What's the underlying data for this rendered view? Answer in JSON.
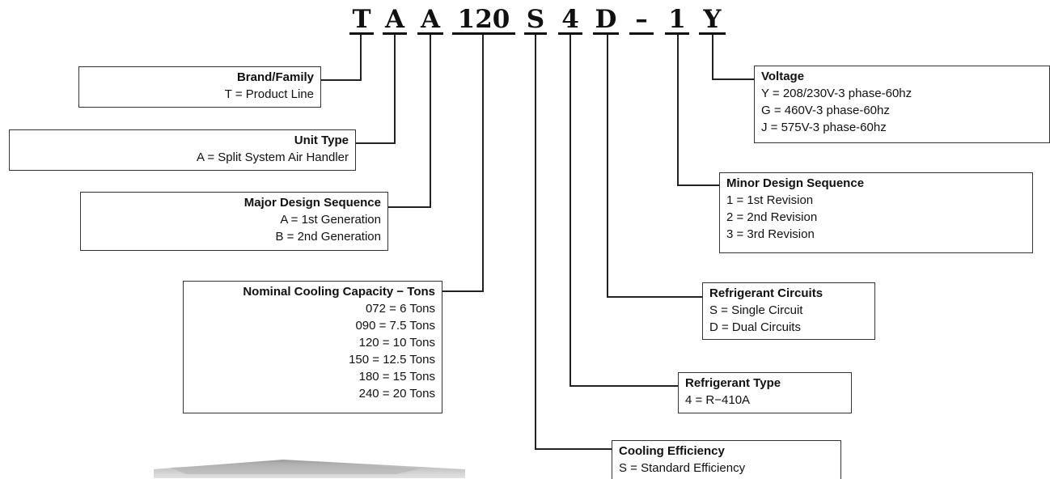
{
  "model_code": {
    "characters": [
      "T",
      "A",
      "A",
      "120",
      "S",
      "4",
      "D",
      "–",
      "1",
      "Y"
    ]
  },
  "boxes": {
    "brand": {
      "title": "Brand/Family",
      "lines": [
        "T = Product Line"
      ]
    },
    "unit_type": {
      "title": "Unit Type",
      "lines": [
        "A = Split System Air Handler"
      ]
    },
    "major_design": {
      "title": "Major Design Sequence",
      "lines": [
        "A = 1st Generation",
        "B = 2nd Generation"
      ]
    },
    "nominal_cooling": {
      "title": "Nominal Cooling Capacity − Tons",
      "lines": [
        "072 = 6 Tons",
        "090 = 7.5 Tons",
        "120 = 10 Tons",
        "150 = 12.5 Tons",
        "180 = 15 Tons",
        "240 = 20 Tons"
      ]
    },
    "voltage": {
      "title": "Voltage",
      "lines": [
        "Y = 208/230V-3 phase-60hz",
        "G = 460V-3 phase-60hz",
        "J = 575V-3 phase-60hz"
      ]
    },
    "minor_design": {
      "title": "Minor Design Sequence",
      "lines": [
        "1 = 1st Revision",
        "2 = 2nd Revision",
        "3 = 3rd Revision"
      ]
    },
    "refrigerant_circuits": {
      "title": "Refrigerant Circuits",
      "lines": [
        "S = Single Circuit",
        "D = Dual Circuits"
      ]
    },
    "refrigerant_type": {
      "title": "Refrigerant Type",
      "lines": [
        "4 = R−410A"
      ]
    },
    "cooling_efficiency": {
      "title": "Cooling Efficiency",
      "lines": [
        "S = Standard Efficiency"
      ]
    }
  }
}
